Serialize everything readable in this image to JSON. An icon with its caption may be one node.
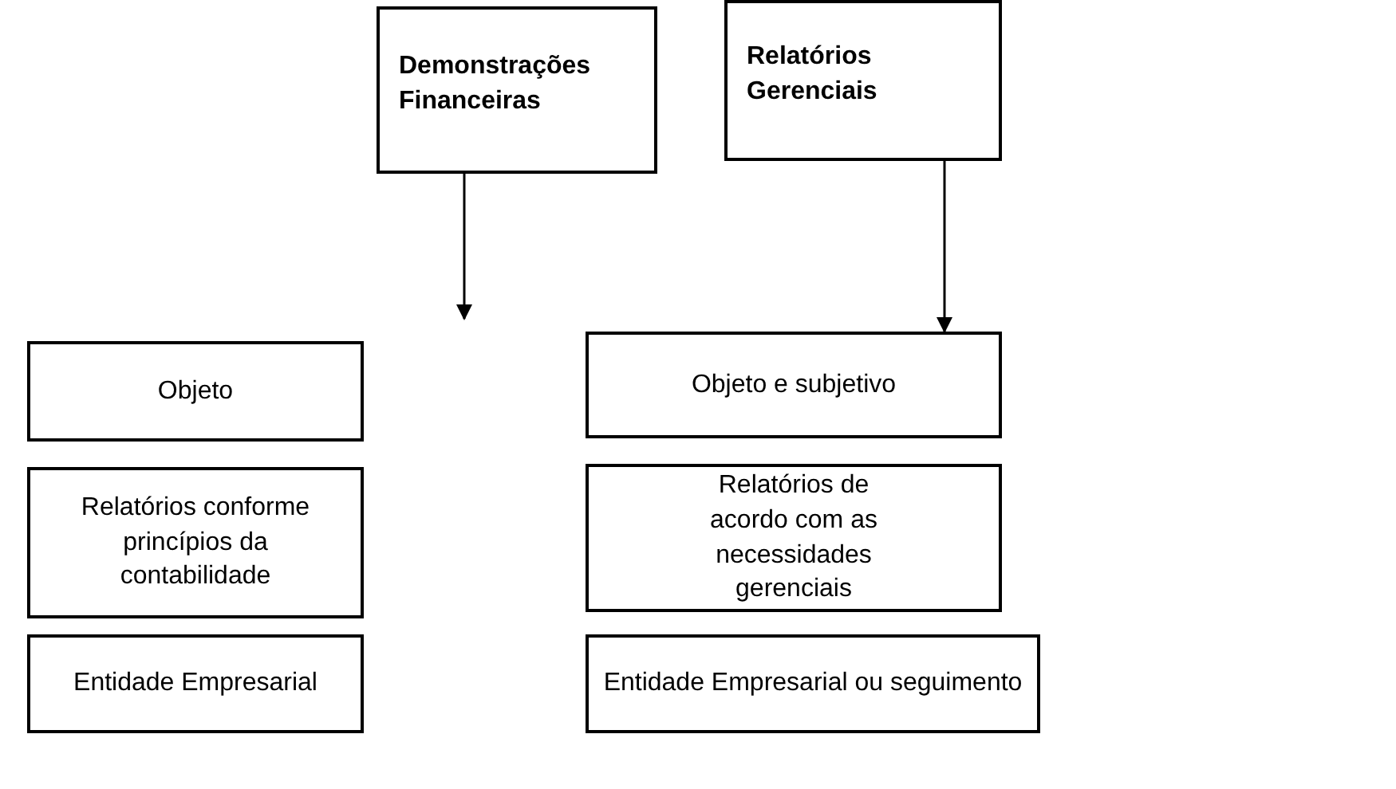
{
  "diagram": {
    "nodes": [
      {
        "text": [
          "Demonstrações Financeiras"
        ]
      },
      {
        "text": [
          "Relatórios Gerenciais"
        ]
      },
      {
        "text": [
          "Objeto"
        ]
      },
      {
        "text": [
          "Objeto e subjetivo"
        ]
      },
      {
        "text": [
          "Relatórios conforme princípios da contabilidade"
        ]
      },
      {
        "text": [
          "Relatórios de acordo com as necessidades gerenciais"
        ]
      },
      {
        "text": [
          "Entidade Empresarial"
        ]
      },
      {
        "text": [
          "Entidade Empresarial ou seguimento"
        ]
      }
    ],
    "edges": [
      {
        "from": 0,
        "to": null,
        "arrow": "to"
      },
      {
        "from": 1,
        "to": 3,
        "arrow": "to"
      }
    ]
  }
}
